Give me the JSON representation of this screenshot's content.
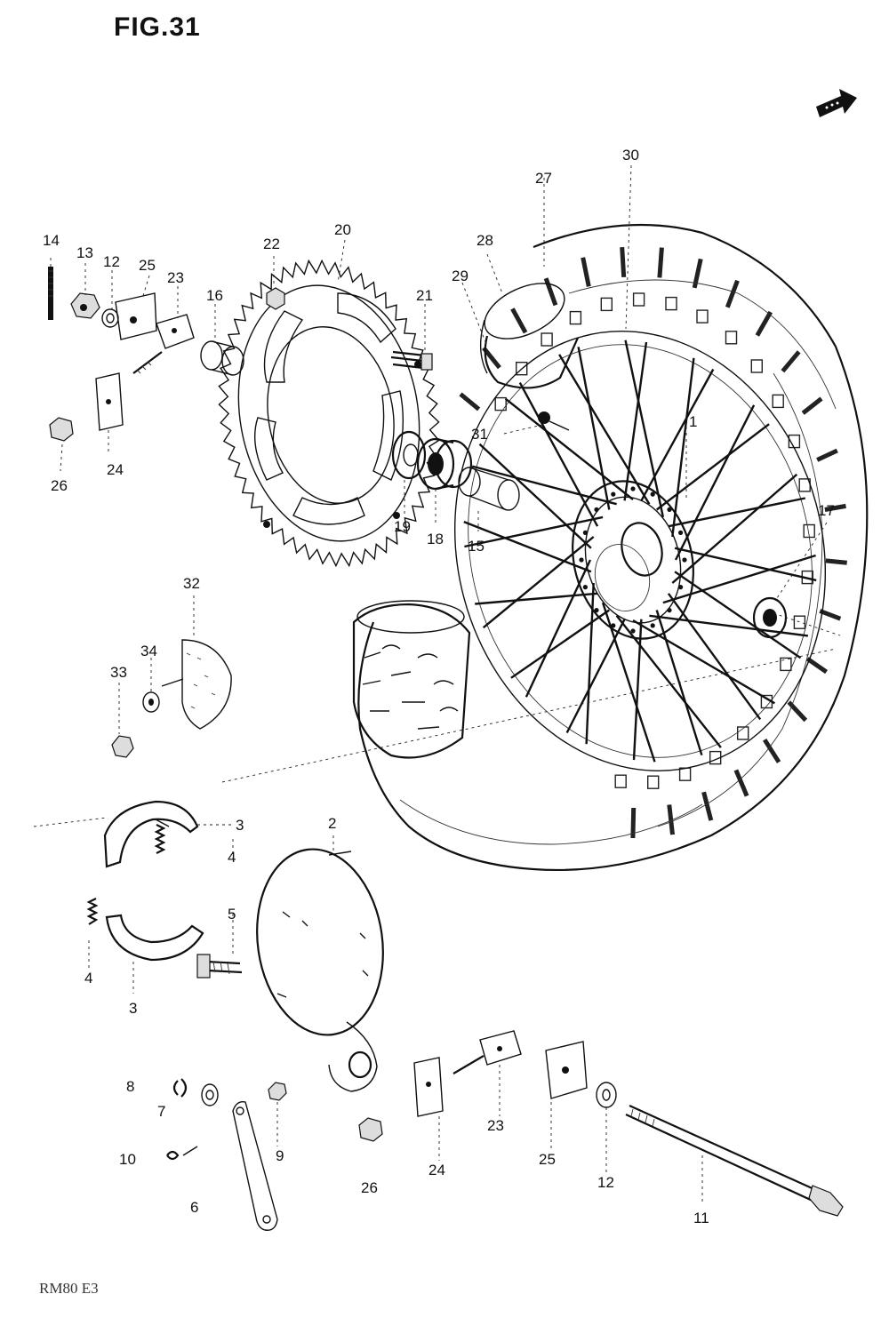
{
  "figure": {
    "title": "FIG.31"
  },
  "footer": {
    "code": "RM80  E3"
  },
  "callouts": [
    {
      "id": "c1",
      "label": "1"
    },
    {
      "id": "c2",
      "label": "2"
    },
    {
      "id": "c3a",
      "label": "3"
    },
    {
      "id": "c3b",
      "label": "3"
    },
    {
      "id": "c4a",
      "label": "4"
    },
    {
      "id": "c4b",
      "label": "4"
    },
    {
      "id": "c5",
      "label": "5"
    },
    {
      "id": "c6",
      "label": "6"
    },
    {
      "id": "c7",
      "label": "7"
    },
    {
      "id": "c8",
      "label": "8"
    },
    {
      "id": "c9",
      "label": "9"
    },
    {
      "id": "c10",
      "label": "10"
    },
    {
      "id": "c11",
      "label": "11"
    },
    {
      "id": "c12a",
      "label": "12"
    },
    {
      "id": "c12b",
      "label": "12"
    },
    {
      "id": "c13",
      "label": "13"
    },
    {
      "id": "c14",
      "label": "14"
    },
    {
      "id": "c15",
      "label": "15"
    },
    {
      "id": "c16",
      "label": "16"
    },
    {
      "id": "c17",
      "label": "17"
    },
    {
      "id": "c18",
      "label": "18"
    },
    {
      "id": "c19",
      "label": "19"
    },
    {
      "id": "c20",
      "label": "20"
    },
    {
      "id": "c21",
      "label": "21"
    },
    {
      "id": "c22",
      "label": "22"
    },
    {
      "id": "c23a",
      "label": "23"
    },
    {
      "id": "c23b",
      "label": "23"
    },
    {
      "id": "c24a",
      "label": "24"
    },
    {
      "id": "c24b",
      "label": "24"
    },
    {
      "id": "c25a",
      "label": "25"
    },
    {
      "id": "c25b",
      "label": "25"
    },
    {
      "id": "c26a",
      "label": "26"
    },
    {
      "id": "c26b",
      "label": "26"
    },
    {
      "id": "c27",
      "label": "27"
    },
    {
      "id": "c28",
      "label": "28"
    },
    {
      "id": "c29",
      "label": "29"
    },
    {
      "id": "c30",
      "label": "30"
    },
    {
      "id": "c31",
      "label": "31"
    },
    {
      "id": "c32",
      "label": "32"
    },
    {
      "id": "c33",
      "label": "33"
    },
    {
      "id": "c34",
      "label": "34"
    }
  ],
  "icons": {
    "front_arrow": "front-direction-arrow-icon"
  }
}
